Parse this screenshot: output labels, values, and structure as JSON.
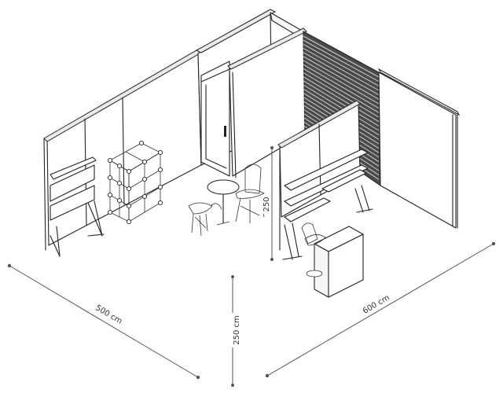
{
  "dimensions": {
    "width_label": "500 cm",
    "depth_label": "600 cm",
    "height_label": "250 cm",
    "wall_height_label": "250"
  }
}
